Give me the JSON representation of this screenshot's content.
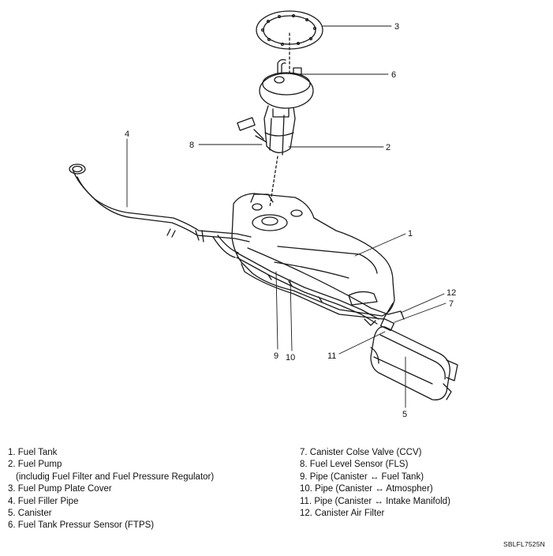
{
  "callouts": [
    {
      "id": "3",
      "label": "3"
    },
    {
      "id": "6",
      "label": "6"
    },
    {
      "id": "4",
      "label": "4"
    },
    {
      "id": "8",
      "label": "8"
    },
    {
      "id": "2",
      "label": "2"
    },
    {
      "id": "1",
      "label": "1"
    },
    {
      "id": "12",
      "label": "12"
    },
    {
      "id": "7",
      "label": "7"
    },
    {
      "id": "11",
      "label": "11"
    },
    {
      "id": "9",
      "label": "9"
    },
    {
      "id": "10",
      "label": "10"
    },
    {
      "id": "5",
      "label": "5"
    }
  ],
  "legend": {
    "left": [
      "1. Fuel Tank",
      "2. Fuel Pump",
      "(includig Fuel Filter and Fuel Pressure Regulator)",
      "3. Fuel Pump Plate Cover",
      "4. Fuel Filler Pipe",
      "5. Canister",
      "6. Fuel Tank Pressur Sensor (FTPS)"
    ],
    "right": [
      "7. Canister Colse Valve (CCV)",
      "8. Fuel Level Sensor (FLS)",
      "9. Pipe (Canister ↔ Fuel Tank)",
      "10. Pipe (Canister ↔ Atmospher)",
      "11. Pipe (Canister ↔ Intake Manifold)",
      "12. Canister Air Filter"
    ]
  },
  "figure_code": "SBLFL7525N"
}
